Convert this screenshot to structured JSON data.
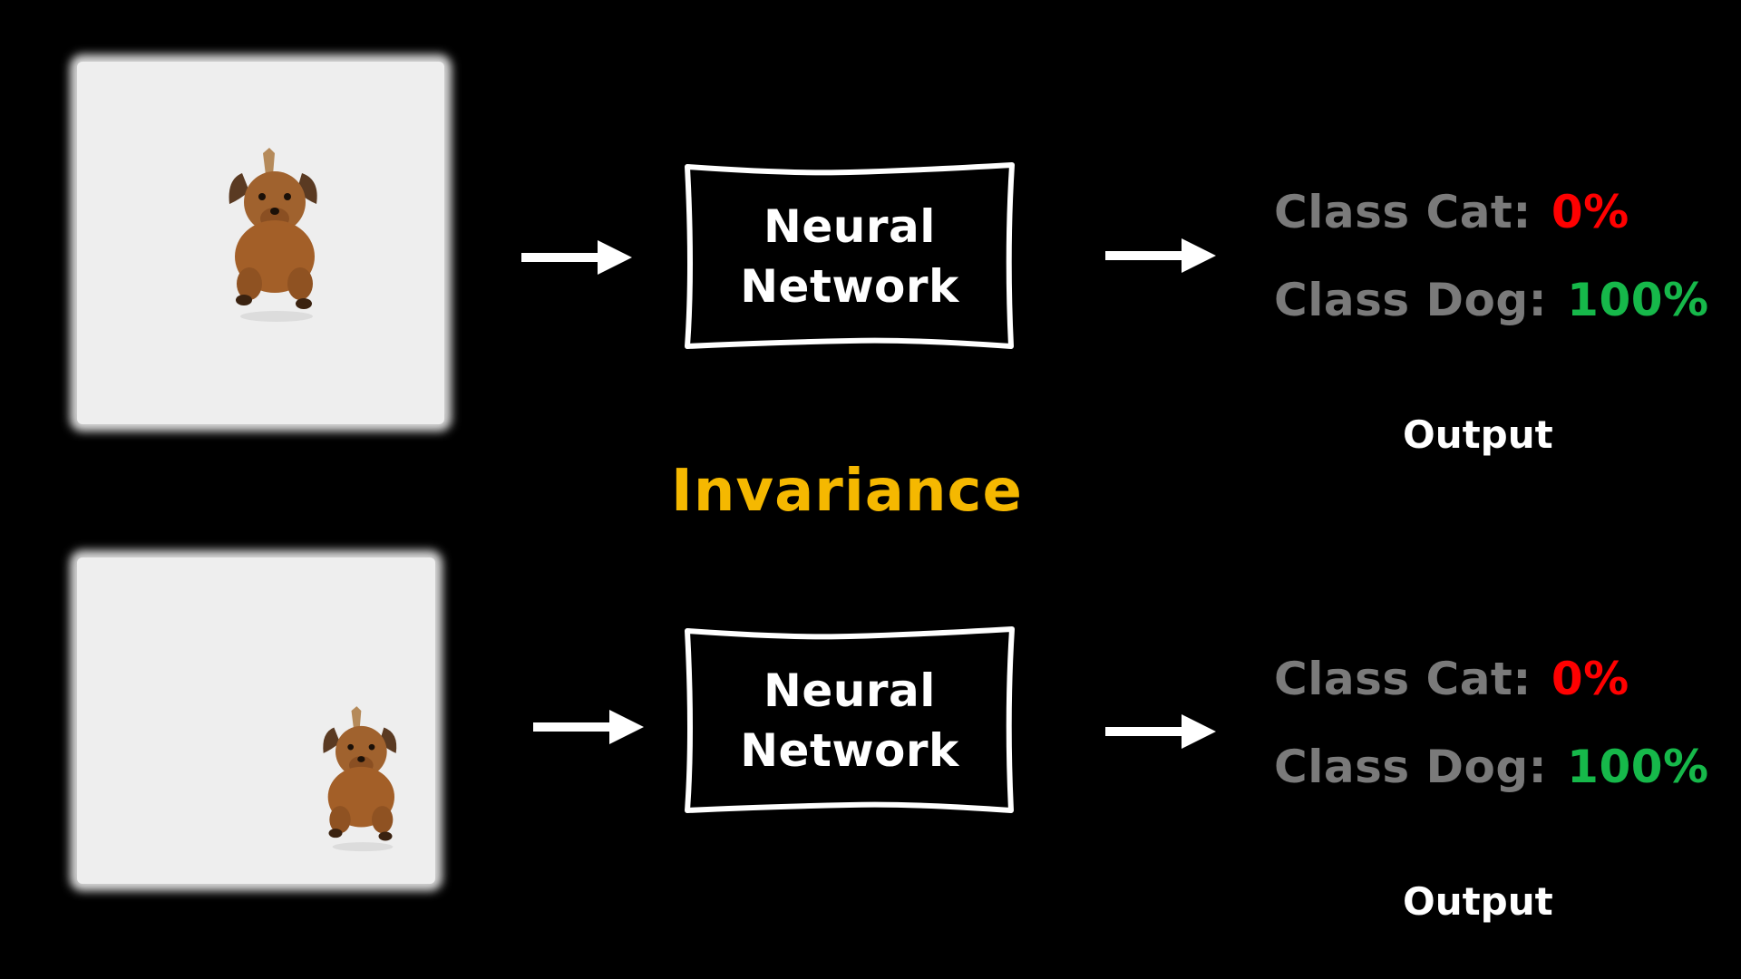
{
  "title": "Invariance",
  "rows": [
    {
      "network_line1": "Neural",
      "network_line2": "Network",
      "cat_label": "Class Cat:",
      "cat_value": "0%",
      "dog_label": "Class Dog:",
      "dog_value": "100%",
      "output_label": "Output"
    },
    {
      "network_line1": "Neural",
      "network_line2": "Network",
      "cat_label": "Class Cat:",
      "cat_value": "0%",
      "dog_label": "Class Dog:",
      "dog_value": "100%",
      "output_label": "Output"
    }
  ],
  "colors": {
    "background": "#000000",
    "title": "#f5b800",
    "class_label": "#7a7a7a",
    "cat_percent": "#ff0000",
    "dog_percent": "#16b84a",
    "text": "#ffffff"
  }
}
